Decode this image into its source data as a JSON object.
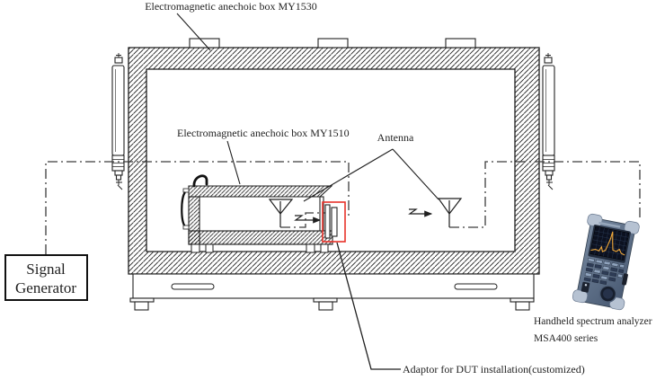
{
  "page": {
    "background": "#ffffff"
  },
  "diagram": {
    "outer_box_label": "Electromagnetic anechoic box MY1530",
    "inner_box_label": "Electromagnetic anechoic box MY1510",
    "antenna_label": "Antenna",
    "adaptor_label": "Adaptor for DUT installation(customized)",
    "signal_generator": {
      "line1": "Signal",
      "line2": "Generator"
    },
    "analyzer_caption": {
      "line1": "Handheld spectrum analyzer",
      "line2": "MSA400 series"
    },
    "colors": {
      "line": "#222222",
      "cable_dashdot": "#3c3c3c",
      "dut_highlight": "#e8322a",
      "analyzer_body": "#5a6d88",
      "analyzer_bumper": "#b6c2d2",
      "screen": "#0c1120",
      "spectrum_trace": "#f0a83a"
    }
  }
}
